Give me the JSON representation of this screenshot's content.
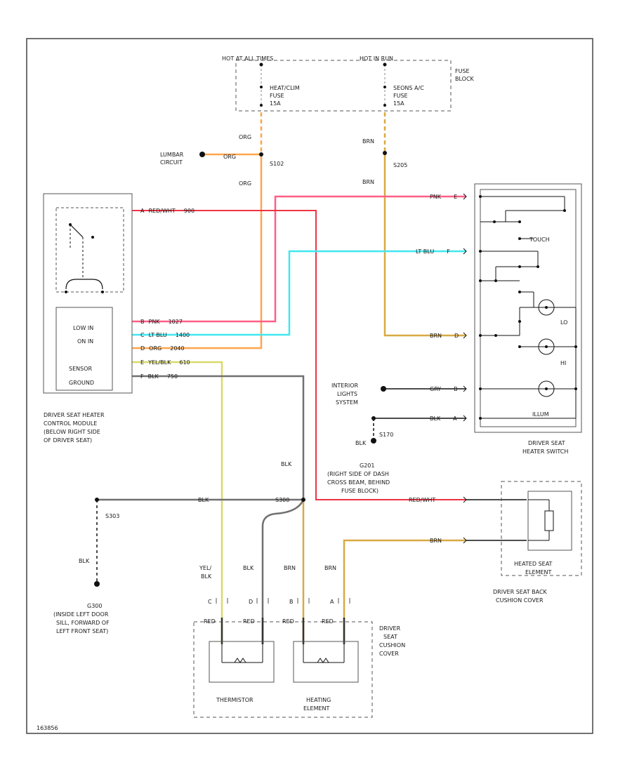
{
  "colors": {
    "pink": "#ff5f86",
    "red": "#ee3344",
    "orange": "#ffa64d",
    "tan": "#d8a943",
    "cyan": "#40e8f0",
    "yellow": "#d8da6a",
    "gray": "#707070",
    "black": "#111111",
    "frame": "#444444"
  },
  "fuse_block": {
    "label_left": "HOT AT ALL TIMES",
    "label_right": "HOT IN RUN",
    "fuse_left": [
      "HEAT/CLIM",
      "FUSE",
      "15A"
    ],
    "fuse_right": [
      "SEONS A/C",
      "FUSE",
      "15A"
    ],
    "caption": [
      "FUSE",
      "BLOCK"
    ]
  },
  "wires_top": {
    "org_upper": "ORG",
    "org_lumbar": "ORG",
    "org_lower": "ORG",
    "brn_upper": "BRN",
    "brn_lower": "BRN",
    "splice_s102": "S102",
    "splice_s205": "S205",
    "lumbar": [
      "LUMBAR",
      "CIRCUIT"
    ]
  },
  "module": {
    "pins": [
      "LOW IN",
      "ON IN",
      "",
      "SENSOR",
      "GROUND"
    ],
    "wires": [
      {
        "pin": "A",
        "color": "RED/WHT",
        "circuit": "900"
      },
      {
        "pin": "B",
        "color": "PNK",
        "circuit": "1027"
      },
      {
        "pin": "C",
        "color": "LT BLU",
        "circuit": "1400"
      },
      {
        "pin": "D",
        "color": "ORG",
        "circuit": "2040"
      },
      {
        "pin": "E",
        "color": "YEL/BLK",
        "circuit": "610"
      },
      {
        "pin": "F",
        "color": "BLK",
        "circuit": "750"
      }
    ],
    "caption": [
      "DRIVER SEAT HEATER",
      "CONTROL MODULE",
      "(BELOW RIGHT SIDE",
      "OF DRIVER SEAT)"
    ]
  },
  "switch": {
    "wires": [
      {
        "color": "PNK",
        "pin": "E"
      },
      {
        "color": "LT BLU",
        "pin": "F"
      },
      {
        "color": "BRN",
        "pin": "D"
      },
      {
        "color": "GRY",
        "pin": "B"
      },
      {
        "color": "BLK",
        "pin": "A"
      }
    ],
    "labels": [
      "TOUCH",
      "LO",
      "HI",
      "ILLUM"
    ],
    "caption": [
      "DRIVER SEAT",
      "HEATER SWITCH"
    ]
  },
  "interior": {
    "label": [
      "INTERIOR",
      "LIGHTS",
      "SYSTEM"
    ],
    "splice": "S170",
    "wire": "BLK"
  },
  "ground_g201": {
    "title": "G201",
    "desc": [
      "(RIGHT SIDE OF DASH",
      "CROSS BEAM, BEHIND",
      "FUSE BLOCK)"
    ],
    "wire": "BLK"
  },
  "ground_g300": {
    "title": "G300",
    "desc": [
      "(INSIDE LEFT DOOR",
      "SILL, FORWARD OF",
      "LEFT FRONT SEAT)"
    ],
    "wire": "BLK",
    "splice": "S303"
  },
  "mid": {
    "blk_horizontal": "BLK",
    "splice_s300": "S300",
    "redwht": "RED/WHT",
    "brn": "BRN"
  },
  "back_element": {
    "caption": [
      "HEATED SEAT",
      "ELEMENT"
    ],
    "cover": [
      "DRIVER SEAT BACK",
      "CUSHION COVER"
    ]
  },
  "cushion": {
    "wires": [
      {
        "color": [
          "YEL/",
          "BLK"
        ],
        "pin": "C"
      },
      {
        "color": [
          "BLK"
        ],
        "pin": "D"
      },
      {
        "color": [
          "BRN"
        ],
        "pin": "B"
      },
      {
        "color": [
          "BRN"
        ],
        "pin": "A"
      }
    ],
    "pin_labels": [
      "RED",
      "RED",
      "RED",
      "RED"
    ],
    "thermistor": "THERMISTOR",
    "heating": [
      "HEATING",
      "ELEMENT"
    ],
    "caption": [
      "DRIVER",
      "SEAT",
      "CUSHION",
      "COVER"
    ]
  },
  "figure_id": "163856"
}
